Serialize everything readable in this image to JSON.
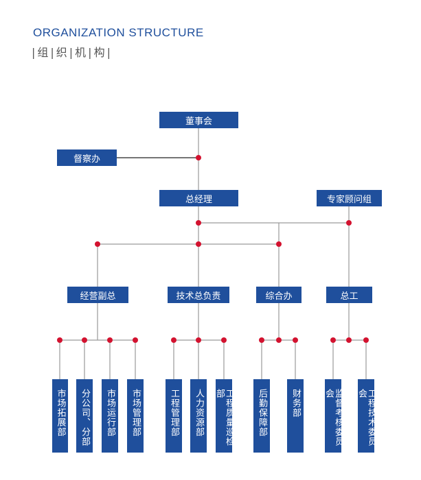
{
  "header": {
    "title_en": "ORGANIZATION STRUCTURE",
    "title_cn": "|组|织|机|构|"
  },
  "org": {
    "board": "董事会",
    "supervision": "督察办",
    "gm": "总经理",
    "advisory": "专家顾问组",
    "deputies": [
      "经营副总",
      "技术总负责",
      "综合办",
      "总工"
    ],
    "departments": [
      "市场拓展部",
      "分公司、分部",
      "市场运行部",
      "市场管理部",
      "工程管理部",
      "人力资源部",
      "工程质量巡检部",
      "后勤保障部",
      "财务部",
      "监督考核委员会",
      "工程技术委员会"
    ]
  },
  "colors": {
    "box": "#1f4f9c",
    "dot": "#d3122f",
    "line": "#9a9a9a",
    "title": "#1f4f9c"
  }
}
